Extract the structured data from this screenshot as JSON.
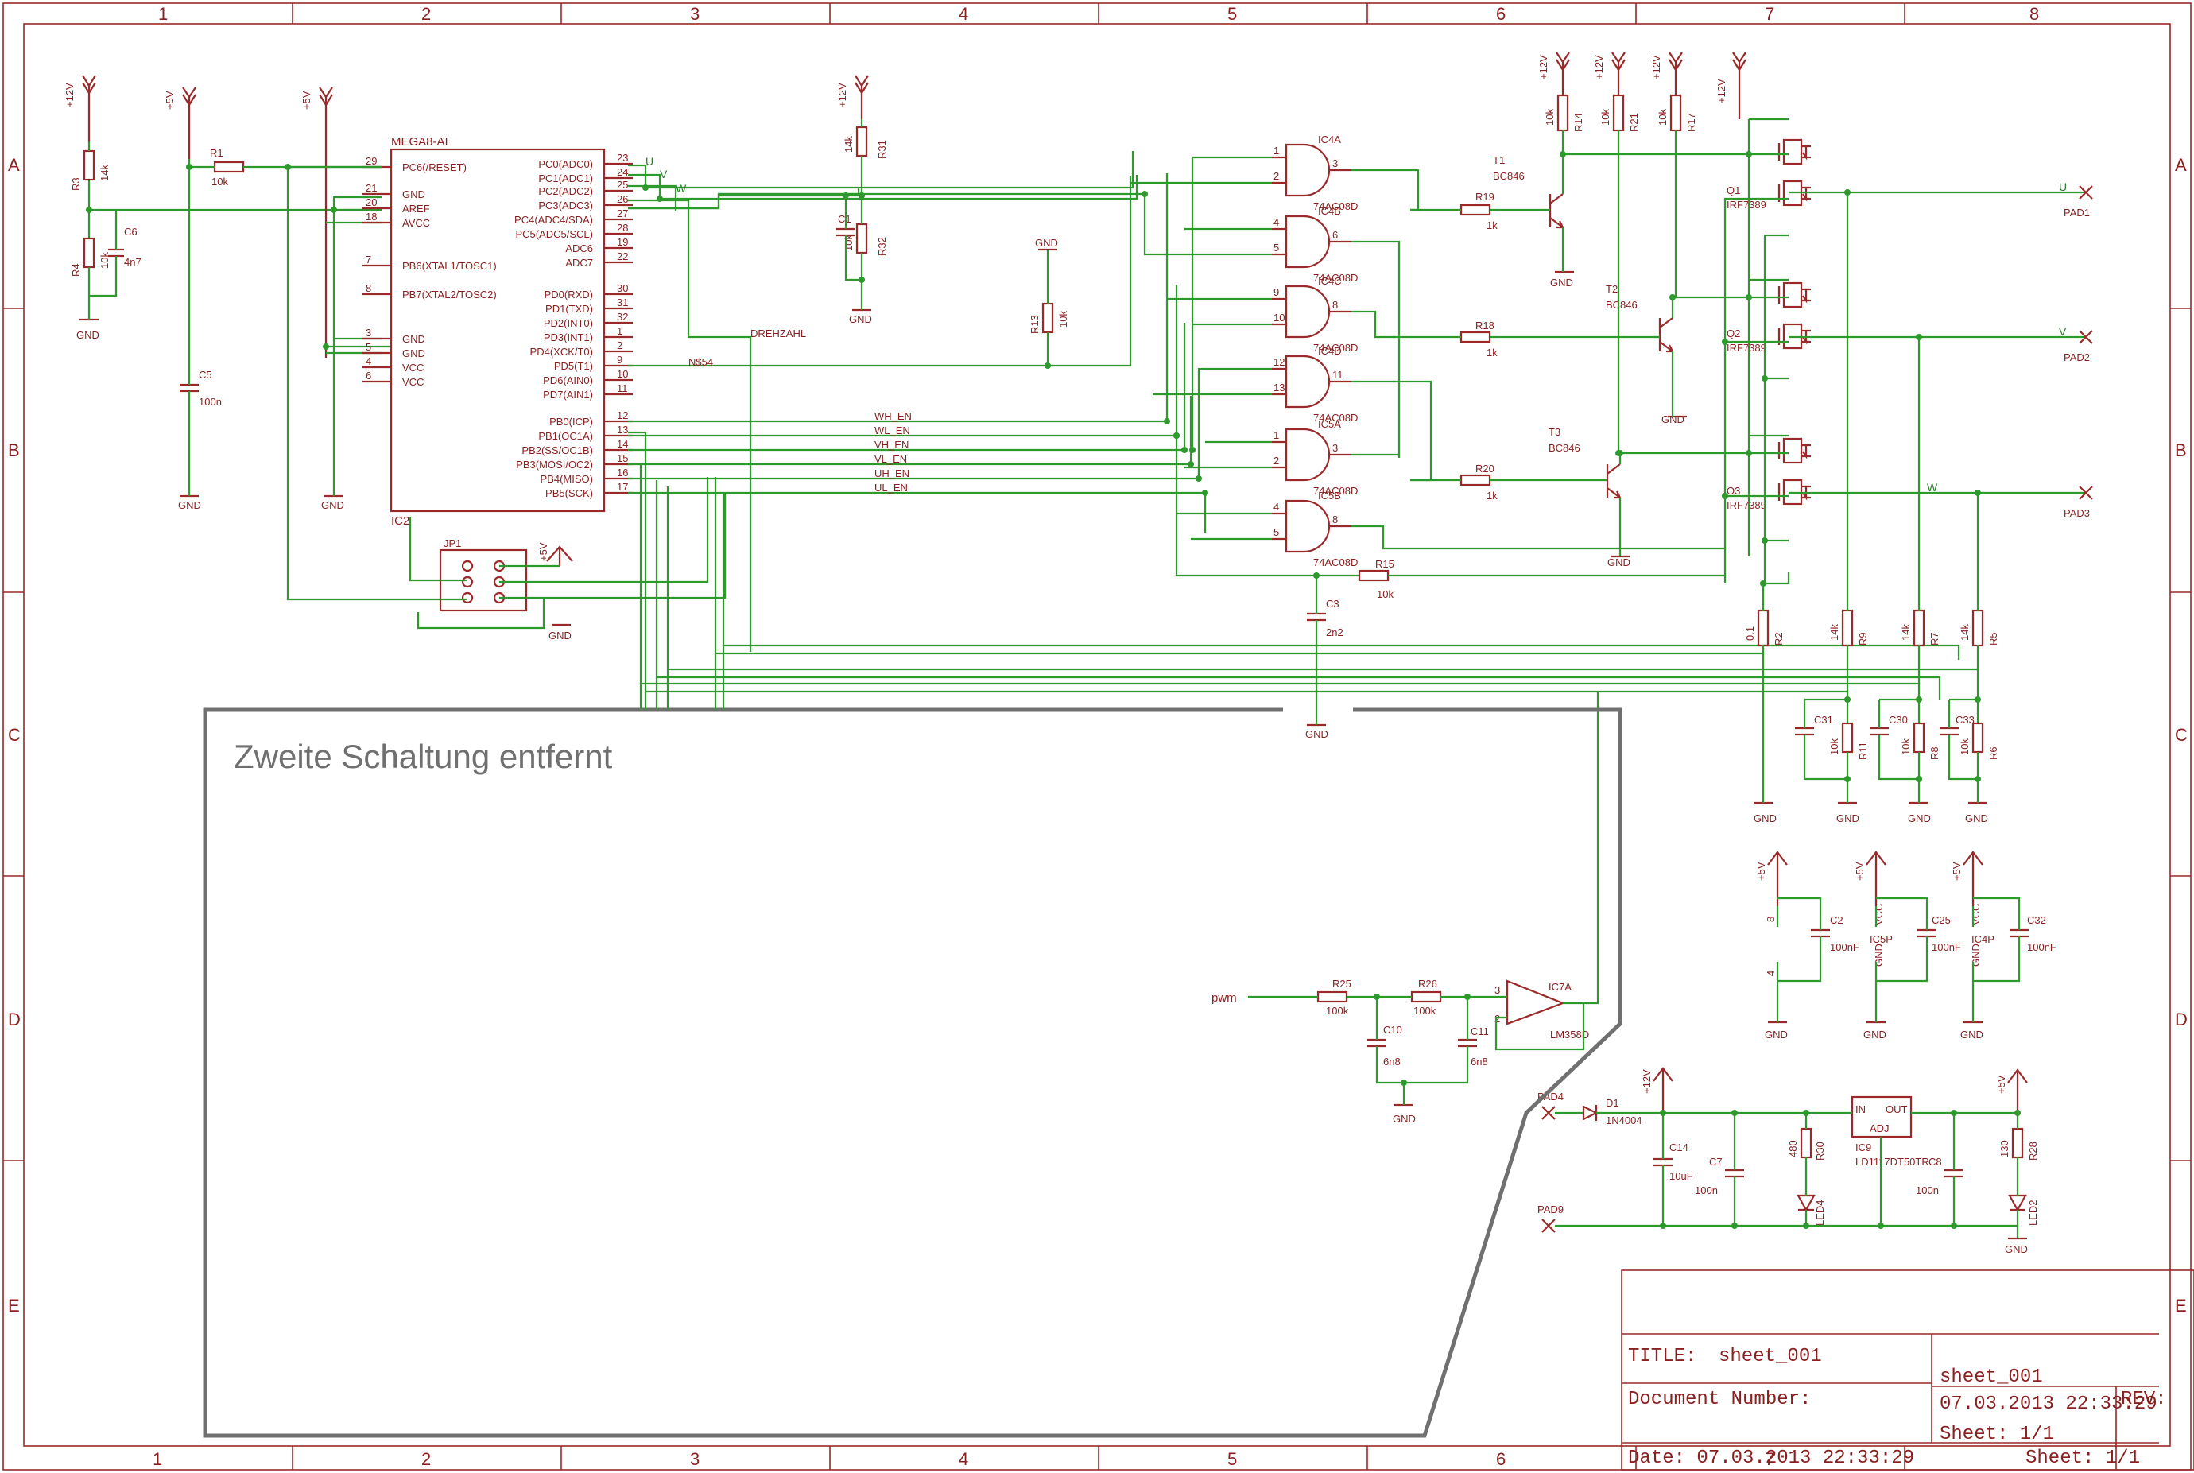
{
  "frame": {
    "columns": [
      "1",
      "2",
      "3",
      "4",
      "5",
      "6",
      "7",
      "8"
    ],
    "rows": [
      "A",
      "B",
      "C",
      "D",
      "E"
    ]
  },
  "mcu": {
    "name": "MEGA8-AI",
    "ref": "IC2",
    "left_pins": [
      {
        "num": "29",
        "name": "PC6(/RESET)"
      },
      {
        "num": "21",
        "name": "GND"
      },
      {
        "num": "20",
        "name": "AREF"
      },
      {
        "num": "18",
        "name": "AVCC"
      },
      {
        "num": "7",
        "name": "PB6(XTAL1/TOSC1)"
      },
      {
        "num": "8",
        "name": "PB7(XTAL2/TOSC2)"
      },
      {
        "num": "3",
        "name": "GND"
      },
      {
        "num": "5",
        "name": "GND"
      },
      {
        "num": "4",
        "name": "VCC"
      },
      {
        "num": "6",
        "name": "VCC"
      }
    ],
    "right_pins": [
      {
        "num": "23",
        "name": "PC0(ADC0)"
      },
      {
        "num": "24",
        "name": "PC1(ADC1)"
      },
      {
        "num": "25",
        "name": "PC2(ADC2)"
      },
      {
        "num": "26",
        "name": "PC3(ADC3)"
      },
      {
        "num": "27",
        "name": "PC4(ADC4/SDA)"
      },
      {
        "num": "28",
        "name": "PC5(ADC5/SCL)"
      },
      {
        "num": "19",
        "name": "ADC6"
      },
      {
        "num": "22",
        "name": "ADC7"
      },
      {
        "num": "30",
        "name": "PD0(RXD)"
      },
      {
        "num": "31",
        "name": "PD1(TXD)"
      },
      {
        "num": "32",
        "name": "PD2(INT0)"
      },
      {
        "num": "1",
        "name": "PD3(INT1)"
      },
      {
        "num": "2",
        "name": "PD4(XCK/T0)"
      },
      {
        "num": "9",
        "name": "PD5(T1)"
      },
      {
        "num": "10",
        "name": "PD6(AIN0)"
      },
      {
        "num": "11",
        "name": "PD7(AIN1)"
      },
      {
        "num": "12",
        "name": "PB0(ICP)"
      },
      {
        "num": "13",
        "name": "PB1(OC1A)"
      },
      {
        "num": "14",
        "name": "PB2(SS/OC1B)"
      },
      {
        "num": "15",
        "name": "PB3(MOSI/OC2)"
      },
      {
        "num": "16",
        "name": "PB4(MISO)"
      },
      {
        "num": "17",
        "name": "PB5(SCK)"
      }
    ]
  },
  "nets": {
    "u": "U",
    "v": "V",
    "w": "W",
    "drehzahl": "DREHZAHL",
    "n554": "N$54",
    "enables": [
      "WH_EN",
      "WL_EN",
      "VH_EN",
      "VL_EN",
      "UH_EN",
      "UL_EN"
    ],
    "pwm": "pwm"
  },
  "supplies": {
    "p12": "+12V",
    "p5": "+5V",
    "gnd": "GND"
  },
  "parts": {
    "r3": {
      "ref": "R3",
      "value": "14k"
    },
    "r4": {
      "ref": "R4",
      "value": "10k"
    },
    "c6": {
      "ref": "C6",
      "value": "4n7"
    },
    "r1": {
      "ref": "R1",
      "value": "10k"
    },
    "c5": {
      "ref": "C5",
      "value": "100n"
    },
    "r31": {
      "ref": "R31",
      "value": "14k"
    },
    "r32": {
      "ref": "R32",
      "value": "10k"
    },
    "c1": {
      "ref": "C1",
      "value": ""
    },
    "r13": {
      "ref": "R13",
      "value": "10k"
    },
    "jp1": {
      "ref": "JP1"
    },
    "gates": [
      {
        "ref": "IC4A",
        "in1": "1",
        "in2": "2",
        "out": "3",
        "type": "74AC08D"
      },
      {
        "ref": "IC4B",
        "in1": "4",
        "in2": "5",
        "out": "6",
        "type": "74AC08D"
      },
      {
        "ref": "IC4C",
        "in1": "9",
        "in2": "10",
        "out": "8",
        "type": "74AC08D"
      },
      {
        "ref": "IC4D",
        "in1": "12",
        "in2": "13",
        "out": "11",
        "type": "74AC08D"
      },
      {
        "ref": "IC5A",
        "in1": "1",
        "in2": "2",
        "out": "3",
        "type": "74AC08D"
      },
      {
        "ref": "IC5B",
        "in1": "4",
        "in2": "5",
        "out": "8",
        "type": "74AC08D"
      }
    ],
    "r19": {
      "ref": "R19",
      "value": "1k"
    },
    "r18": {
      "ref": "R18",
      "value": "1k"
    },
    "r20": {
      "ref": "R20",
      "value": "1k"
    },
    "t1": {
      "ref": "T1",
      "value": "BC846"
    },
    "t2": {
      "ref": "T2",
      "value": "BC846"
    },
    "t3": {
      "ref": "T3",
      "value": "BC846"
    },
    "r14": {
      "ref": "R14",
      "value": "10k"
    },
    "r21": {
      "ref": "R21",
      "value": "10k"
    },
    "r17": {
      "ref": "R17",
      "value": "10k"
    },
    "q1": {
      "ref": "Q1",
      "value": "IRF7389"
    },
    "q2": {
      "ref": "Q2",
      "value": "IRF7389"
    },
    "q3": {
      "ref": "Q3",
      "value": "IRF7389"
    },
    "pad1": "PAD1",
    "pad2": "PAD2",
    "pad3": "PAD3",
    "r15": {
      "ref": "R15",
      "value": "10k"
    },
    "c3": {
      "ref": "C3",
      "value": "2n2"
    },
    "r2": {
      "ref": "R2",
      "value": "0.1"
    },
    "r9": {
      "ref": "R9",
      "value": "14k"
    },
    "r7": {
      "ref": "R7",
      "value": "14k"
    },
    "r5": {
      "ref": "R5",
      "value": "14k"
    },
    "c31": {
      "ref": "C31"
    },
    "c30": {
      "ref": "C30"
    },
    "c33": {
      "ref": "C33"
    },
    "r11": {
      "ref": "R11",
      "value": "10k"
    },
    "r8": {
      "ref": "R8",
      "value": "10k"
    },
    "r6": {
      "ref": "R6",
      "value": "10k"
    },
    "c2": {
      "ref": "C2",
      "value": "100nF"
    },
    "c25": {
      "ref": "C25",
      "value": "100nF"
    },
    "c32": {
      "ref": "C32",
      "value": "100nF"
    },
    "ic5p": {
      "ref": "IC5P",
      "vcc": "VCC",
      "gnd": "GND"
    },
    "ic4p": {
      "ref": "IC4P",
      "vcc": "VCC",
      "gnd": "GND"
    },
    "r25": {
      "ref": "R25",
      "value": "100k"
    },
    "r26": {
      "ref": "R26",
      "value": "100k"
    },
    "c10": {
      "ref": "C10",
      "value": "6n8"
    },
    "c11": {
      "ref": "C11",
      "value": "6n8"
    },
    "ic7a": {
      "ref": "IC7A",
      "value": "LM358D"
    },
    "pad4": "PAD4",
    "pad9": "PAD9",
    "d1": {
      "ref": "D1",
      "value": "1N4004"
    },
    "c14": {
      "ref": "C14",
      "value": "10uF"
    },
    "c7": {
      "ref": "C7",
      "value": "100n"
    },
    "r30": {
      "ref": "R30",
      "value": "480"
    },
    "led4": {
      "ref": "LED4"
    },
    "ic9": {
      "ref": "IC9",
      "value": "LD1117DT50TR",
      "in": "IN",
      "out": "OUT",
      "adj": "ADJ"
    },
    "c8": {
      "ref": "C8",
      "value": "100n"
    },
    "r28": {
      "ref": "R28",
      "value": "130"
    },
    "led2": {
      "ref": "LED2"
    }
  },
  "note": "Zweite Schaltung entfernt",
  "title_block": {
    "title_label": "TITLE:",
    "title_value": "sheet_001",
    "doc_label": "Document Number:",
    "rev_label": "REV:",
    "name": "sheet_001",
    "date_stamp": "07.03.2013 22:33:29",
    "sheet": "Sheet: 1/1",
    "date_line": "Date: 07.03.2013 22:33:29",
    "sheet_bottom": "Sheet: 1/1"
  }
}
